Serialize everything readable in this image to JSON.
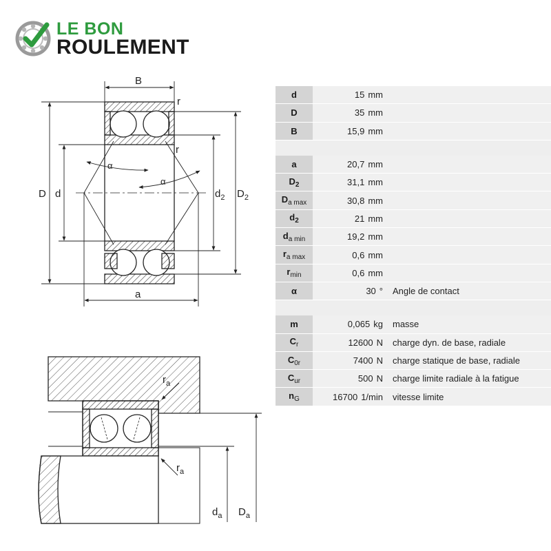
{
  "brand": {
    "line1": "LE BON",
    "line2": "ROULEMENT",
    "icon": "bearing-check-icon",
    "green": "#2e9b3e",
    "dark": "#1a1a1a"
  },
  "drawing": {
    "labels": {
      "B": "B",
      "r_top": "r",
      "r_mid": "r",
      "D": "D",
      "d": "d",
      "alpha_left": "α",
      "alpha_right": "α",
      "d2_base": "d",
      "d2_sub": "2",
      "D2_base": "D",
      "D2_sub": "2",
      "a": "a"
    },
    "mount_labels": {
      "ra_top_base": "r",
      "ra_top_sub": "a",
      "ra_bottom_base": "r",
      "ra_bottom_sub": "a",
      "da_base": "d",
      "da_sub": "a",
      "Da_base": "D",
      "Da_sub": "a"
    }
  },
  "specs": {
    "group1": [
      {
        "sym": "d",
        "sub": "",
        "value": "15",
        "unit": "mm",
        "desc": ""
      },
      {
        "sym": "D",
        "sub": "",
        "value": "35",
        "unit": "mm",
        "desc": ""
      },
      {
        "sym": "B",
        "sub": "",
        "value": "15,9",
        "unit": "mm",
        "desc": ""
      }
    ],
    "group2": [
      {
        "sym": "a",
        "sub": "",
        "value": "20,7",
        "unit": "mm",
        "desc": ""
      },
      {
        "sym": "D",
        "sub": "2",
        "value": "31,1",
        "unit": "mm",
        "desc": ""
      },
      {
        "sym": "D",
        "sub": "a max",
        "value": "30,8",
        "unit": "mm",
        "desc": ""
      },
      {
        "sym": "d",
        "sub": "2",
        "value": "21",
        "unit": "mm",
        "desc": ""
      },
      {
        "sym": "d",
        "sub": "a min",
        "value": "19,2",
        "unit": "mm",
        "desc": ""
      },
      {
        "sym": "r",
        "sub": "a max",
        "value": "0,6",
        "unit": "mm",
        "desc": ""
      },
      {
        "sym": "r",
        "sub": "min",
        "value": "0,6",
        "unit": "mm",
        "desc": ""
      },
      {
        "sym": "α",
        "sub": "",
        "value": "30",
        "unit": "°",
        "desc": "Angle de contact"
      }
    ],
    "group3": [
      {
        "sym": "m",
        "sub": "",
        "value": "0,065",
        "unit": "kg",
        "desc": "masse"
      },
      {
        "sym": "C",
        "sub": "r",
        "value": "12600",
        "unit": "N",
        "desc": "charge dyn. de base, radiale"
      },
      {
        "sym": "C",
        "sub": "0r",
        "value": "7400",
        "unit": "N",
        "desc": "charge statique de base, radiale"
      },
      {
        "sym": "C",
        "sub": "ur",
        "value": "500",
        "unit": "N",
        "desc": "charge limite radiale à la fatigue"
      },
      {
        "sym": "n",
        "sub": "G",
        "value": "16700",
        "unit": "1/min",
        "desc": "vitesse limite"
      }
    ]
  }
}
